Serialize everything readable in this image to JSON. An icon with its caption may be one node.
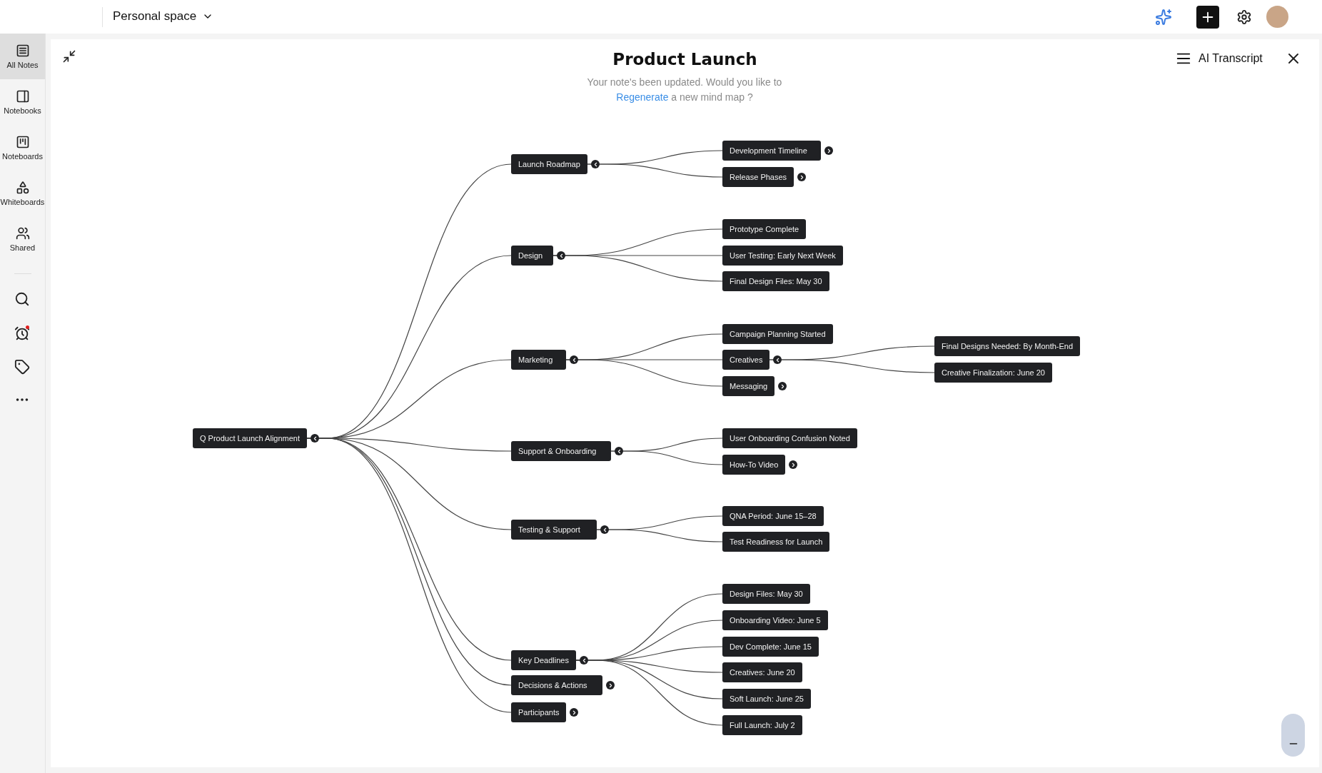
{
  "diagram": {
    "title": "Product Launch",
    "nodes": [
      {
        "text": [
          "Q Product Launch Alignment"
        ]
      },
      {
        "text": [
          "Launch Roadmap"
        ]
      },
      {
        "text": [
          "Development Timeline"
        ]
      },
      {
        "text": [
          "Release Phases"
        ]
      },
      {
        "text": [
          "Design"
        ]
      },
      {
        "text": [
          "Prototype Complete"
        ]
      },
      {
        "text": [
          "User Testing: Early Next Week"
        ]
      },
      {
        "text": [
          "Final Design Files: May 30"
        ]
      },
      {
        "text": [
          "Marketing"
        ]
      },
      {
        "text": [
          "Campaign Planning Started"
        ]
      },
      {
        "text": [
          "Creatives"
        ]
      },
      {
        "text": [
          "Final Designs Needed: By Month-End"
        ]
      },
      {
        "text": [
          "Creative Finalization: June 20"
        ]
      },
      {
        "text": [
          "Messaging"
        ]
      },
      {
        "text": [
          "Support & Onboarding"
        ]
      },
      {
        "text": [
          "User Onboarding Confusion Noted"
        ]
      },
      {
        "text": [
          "How-To Video"
        ]
      },
      {
        "text": [
          "Testing & Support"
        ]
      },
      {
        "text": [
          "QNA Period: June 15–28"
        ]
      },
      {
        "text": [
          "Test Readiness for Launch"
        ]
      },
      {
        "text": [
          "Key Deadlines"
        ]
      },
      {
        "text": [
          "Design Files: May 30"
        ]
      },
      {
        "text": [
          "Onboarding Video: June 5"
        ]
      },
      {
        "text": [
          "Dev Complete: June 15"
        ]
      },
      {
        "text": [
          "Creatives: June 20"
        ]
      },
      {
        "text": [
          "Soft Launch: June 25"
        ]
      },
      {
        "text": [
          "Full Launch: July 2"
        ]
      },
      {
        "text": [
          "Decisions & Actions"
        ]
      },
      {
        "text": [
          "Participants"
        ]
      }
    ],
    "edges": [
      {
        "from": 0,
        "to": 1,
        "arrow": "none"
      },
      {
        "from": 0,
        "to": 4,
        "arrow": "none"
      },
      {
        "from": 0,
        "to": 8,
        "arrow": "none"
      },
      {
        "from": 0,
        "to": 14,
        "arrow": "none"
      },
      {
        "from": 0,
        "to": 17,
        "arrow": "none"
      },
      {
        "from": 0,
        "to": 20,
        "arrow": "none"
      },
      {
        "from": 0,
        "to": 27,
        "arrow": "none"
      },
      {
        "from": 0,
        "to": 28,
        "arrow": "none"
      },
      {
        "from": 1,
        "to": 2,
        "arrow": "none"
      },
      {
        "from": 1,
        "to": 3,
        "arrow": "none"
      },
      {
        "from": 4,
        "to": 5,
        "arrow": "none"
      },
      {
        "from": 4,
        "to": 6,
        "arrow": "none"
      },
      {
        "from": 4,
        "to": 7,
        "arrow": "none"
      },
      {
        "from": 8,
        "to": 9,
        "arrow": "none"
      },
      {
        "from": 8,
        "to": 10,
        "arrow": "none"
      },
      {
        "from": 8,
        "to": 13,
        "arrow": "none"
      },
      {
        "from": 10,
        "to": 11,
        "arrow": "none"
      },
      {
        "from": 10,
        "to": 12,
        "arrow": "none"
      },
      {
        "from": 14,
        "to": 15,
        "arrow": "none"
      },
      {
        "from": 14,
        "to": 16,
        "arrow": "none"
      },
      {
        "from": 17,
        "to": 18,
        "arrow": "none"
      },
      {
        "from": 17,
        "to": 19,
        "arrow": "none"
      },
      {
        "from": 20,
        "to": 21,
        "arrow": "none"
      },
      {
        "from": 20,
        "to": 22,
        "arrow": "none"
      },
      {
        "from": 20,
        "to": 23,
        "arrow": "none"
      },
      {
        "from": 20,
        "to": 24,
        "arrow": "none"
      },
      {
        "from": 20,
        "to": 25,
        "arrow": "none"
      },
      {
        "from": 20,
        "to": 26,
        "arrow": "none"
      }
    ],
    "labels": [
      "Personal space",
      "All Notes",
      "Notebooks",
      "Noteboards",
      "Whiteboards",
      "Shared",
      "Your note's been updated. Would you like to",
      "Regenerate",
      "a new mind map ?",
      "AI Transcript"
    ]
  }
}
